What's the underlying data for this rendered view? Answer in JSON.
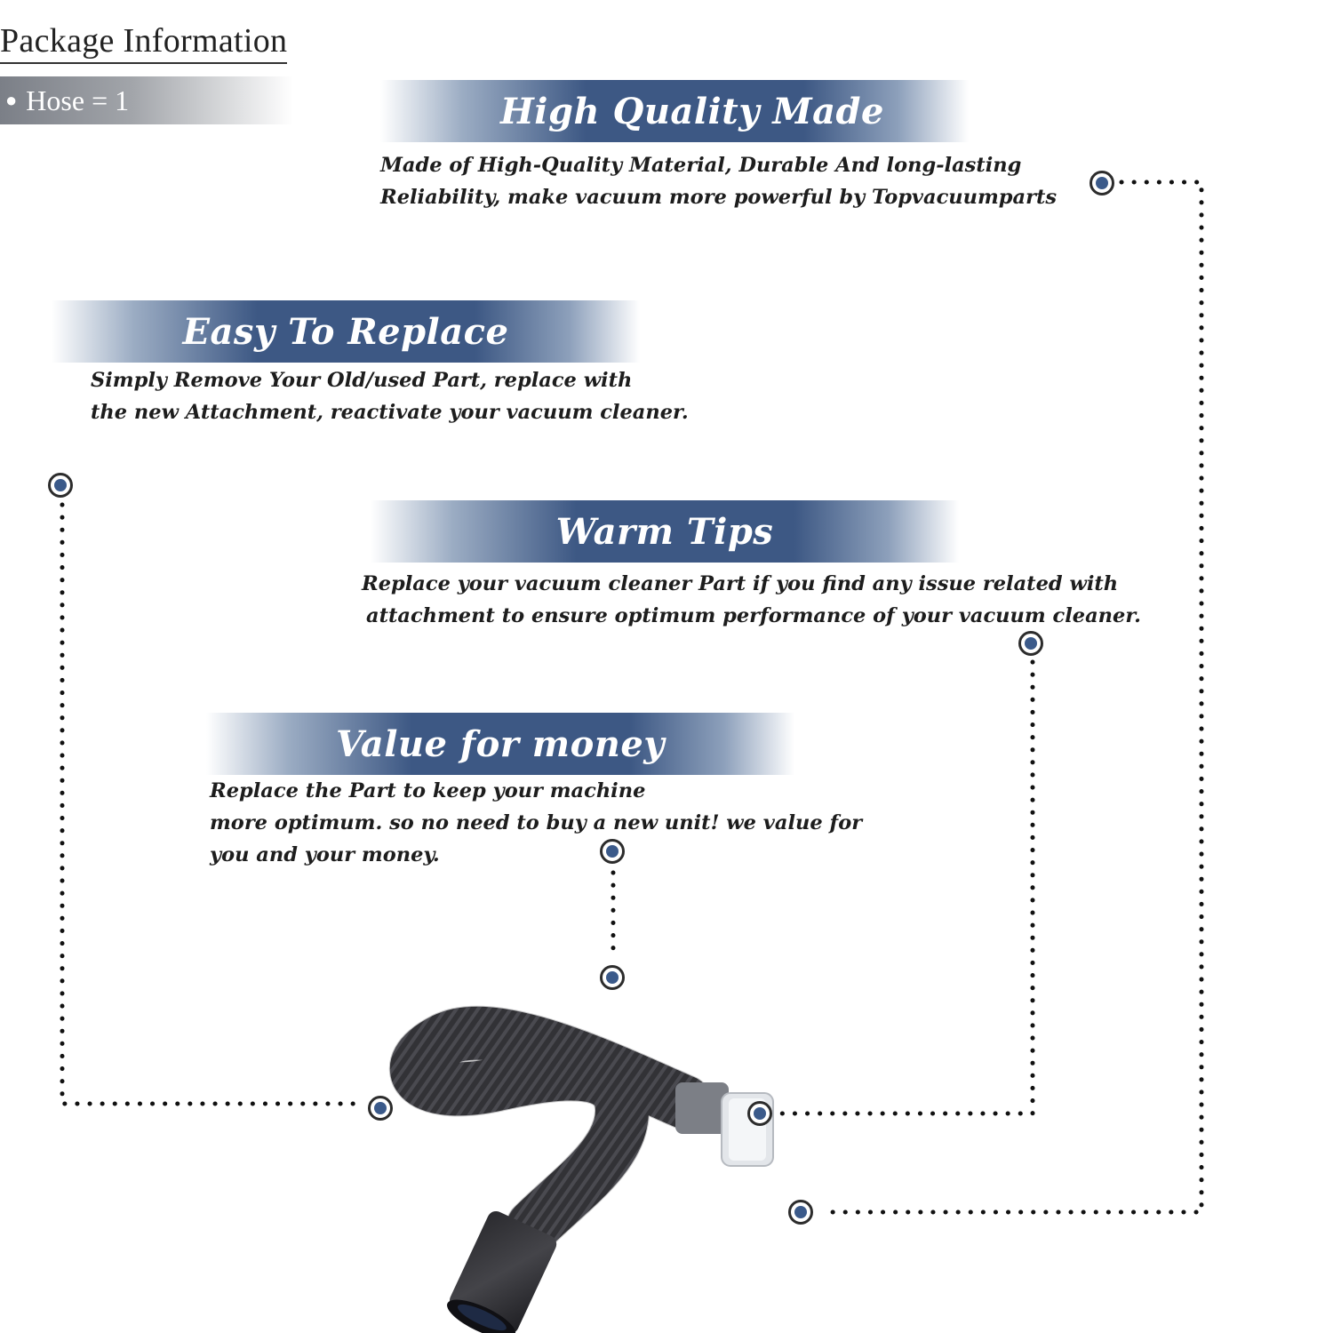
{
  "package": {
    "title": "Package Information",
    "item": "Hose = 1"
  },
  "features": [
    {
      "heading": "High Quality Made",
      "lines": [
        "Made of  High-Quality Material, Durable And long-lasting",
        "Reliability, make vacuum more powerful by Topvacuumparts"
      ]
    },
    {
      "heading": "Easy To Replace",
      "lines": [
        "Simply Remove Your Old/used Part, replace with",
        "the new Attachment, reactivate your vacuum cleaner."
      ]
    },
    {
      "heading": "Warm Tips",
      "lines": [
        "Replace your vacuum cleaner Part if you find any issue related with",
        "attachment to ensure optimum performance of your vacuum cleaner."
      ]
    },
    {
      "heading": "Value for money",
      "lines": [
        "Replace the Part to keep your machine",
        "more optimum. so no need to buy a new unit! we value for",
        "you and your money."
      ]
    }
  ],
  "colors": {
    "banner_blue": "#3d5884",
    "marker_fill": "#3b5a8a",
    "hose": "#3a3a3e"
  },
  "icons": [
    "bullet-dot",
    "connector-marker-icon",
    "vacuum-hose-image"
  ]
}
